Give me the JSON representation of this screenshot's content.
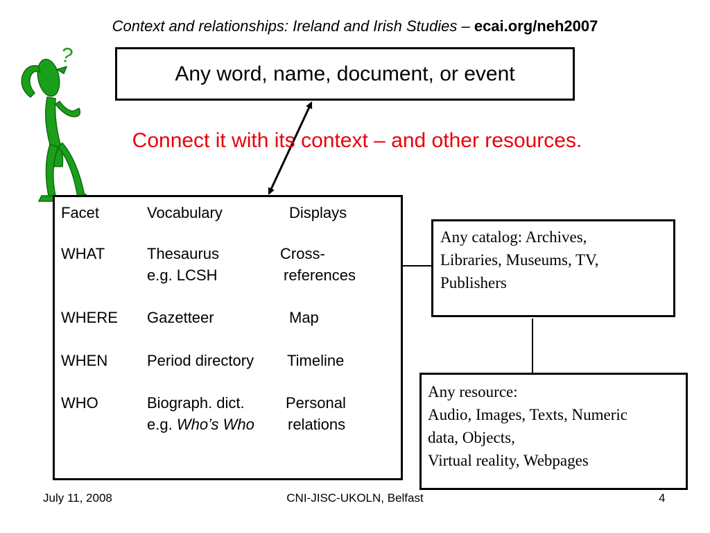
{
  "header": {
    "title_italic": "Context and relationships: Ireland and Irish Studies",
    "separator": " – ",
    "url": "ecai.org/neh2007"
  },
  "query_box": {
    "text": "Any word, name, document, or event"
  },
  "connect_text": "Connect it with its context – and other resources.",
  "facets": {
    "headers": [
      "Facet",
      "Vocabulary",
      "Displays"
    ],
    "rows": [
      {
        "facet": "WHAT",
        "vocab": [
          "Thesaurus",
          "e.g. LCSH"
        ],
        "display": [
          "Cross-",
          "references"
        ]
      },
      {
        "facet": "WHERE",
        "vocab": [
          "Gazetteer"
        ],
        "display": [
          "Map"
        ]
      },
      {
        "facet": "WHEN",
        "vocab": [
          "Period directory"
        ],
        "display": [
          "Timeline"
        ]
      },
      {
        "facet": "WHO",
        "vocab": [
          "Biograph. dict.",
          "e.g. "
        ],
        "vocab_italic": "Who’s Who",
        "display": [
          "Personal",
          "relations"
        ]
      }
    ]
  },
  "catalog_box": {
    "lines": [
      "Any catalog: Archives,",
      "Libraries, Museums,  TV,",
      "Publishers"
    ]
  },
  "resource_box": {
    "lines": [
      "Any resource:",
      "Audio, Images, Texts, Numeric",
      "data, Objects,",
      "Virtual reality, Webpages"
    ]
  },
  "footer": {
    "date": "July 11, 2008",
    "event": "CNI-JISC-UKOLN, Belfast",
    "page": "4"
  },
  "figure": {
    "question_mark": "?"
  },
  "colors": {
    "accent_red": "#e8000b",
    "figure_green": "#1a9f1a"
  }
}
